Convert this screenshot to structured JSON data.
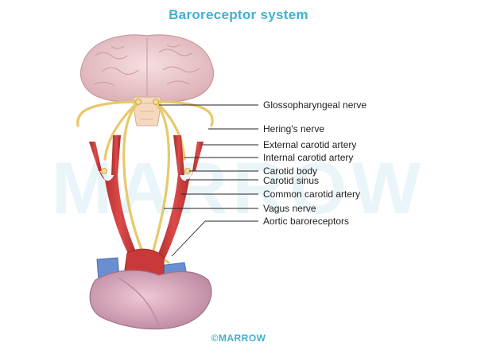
{
  "title": "Baroreceptor system",
  "watermark": "MARROW",
  "credit": "©MARROW",
  "labels": [
    {
      "id": "glossopharyngeal",
      "text": "Glossopharyngeal nerve"
    },
    {
      "id": "herings",
      "text": "Hering's nerve"
    },
    {
      "id": "external-carotid",
      "text": "External carotid artery"
    },
    {
      "id": "internal-carotid",
      "text": "Internal carotid artery"
    },
    {
      "id": "carotid-body",
      "text": "Carotid body"
    },
    {
      "id": "carotid-sinus",
      "text": "Carotid sinus"
    },
    {
      "id": "common-carotid",
      "text": "Common carotid artery"
    },
    {
      "id": "vagus",
      "text": "Vagus nerve"
    },
    {
      "id": "aortic",
      "text": "Aortic baroreceptors"
    }
  ],
  "colors": {
    "title": "#3fb2cf",
    "artery": "#c83a3a",
    "nerve": "#e8c86a",
    "brain": "#eac6c9",
    "heart": "#d9a4b8",
    "vein": "#6a8fd0"
  }
}
